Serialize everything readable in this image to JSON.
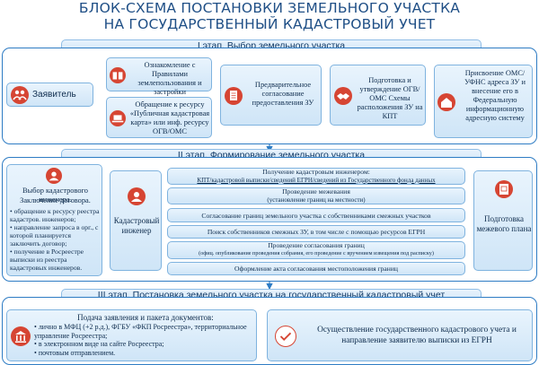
{
  "title": {
    "line1": "БЛОК-СХЕМА ПОСТАНОВКИ ЗЕМЕЛЬНОГО УЧАСТКА",
    "line2": "НА ГОСУДАРСТВЕННЫЙ КАДАСТРОВЫЙ УЧЕТ"
  },
  "stage1": {
    "title": "I этап. Выбор земельного участка",
    "applicant": "Заявитель",
    "rules": "Ознакомление с Правилами землепользования и застройки",
    "appeal": "Обращение к ресурсу «Публичная кадастровая карта» или инф. ресурсу ОГВ/ОМС",
    "preliminary": "Предварительное согласование предоставления ЗУ",
    "approval": "Подготовка и утверждение ОГВ/ОМС Схемы расположения ЗУ на КПТ",
    "address": "Присвоение ОМС/УФНС адреса ЗУ и внесение его в Федеральную информационную адресную систему"
  },
  "stage2": {
    "title": "II этап. Формирование земельного участка",
    "choose_title": "Выбор кадастрового инженера.",
    "contract": "Заключение договора.",
    "options": [
      "обращение к ресурсу реестра кадастров. инженеров;",
      "направление запроса в орг., с которой планируется заключить договор;",
      "получение в Росреестре выписки из реестра кадастровых инженеров."
    ],
    "engineer": "Кадастровый инженер",
    "steps": [
      {
        "main": "Получение кадастровым инженером:",
        "sub": "КПТ/кадастровой выписки/сведений ЕГРН/сведений из Государственного фонда данных"
      },
      {
        "main": "Проведение межевания",
        "sub": "(установление границ на местности)"
      },
      {
        "main": "Согласование границ земельного участка с собственниками смежных участков",
        "sub": ""
      },
      {
        "main": "Поиск собственников смежных ЗУ, в том числе с помощью ресурсов ЕГРН",
        "sub": ""
      },
      {
        "main": "Проведение согласования границ",
        "sub": "(офиц. опубликование проведения собрания, его проведение с вручением извещения под расписку)"
      },
      {
        "main": "Оформление акта согласования местоположения границ",
        "sub": ""
      }
    ],
    "plan": "Подготовка межевого плана"
  },
  "stage3": {
    "title": "III этап. Постановка земельного участка на государственный кадастровый учет",
    "submission_title": "Подача заявления и пакета документов:",
    "submission_items": [
      "лично в МФЦ (+2 р.д.), ФГБУ «ФКП Росреестра», территориальное управление Росреестра;",
      "в электронном виде на сайте Росреестра;",
      "почтовым отправлением."
    ],
    "result": "Осуществление государственного кадастрового учета и направление заявителю выписки из ЕГРН"
  },
  "colors": {
    "frame": "#2e7cc4",
    "box": "#dcedfa",
    "icon": "#d64533",
    "text": "#0d2b4c"
  },
  "icons": [
    "meeting-icon",
    "book-icon",
    "laptop-icon",
    "document-icon",
    "handshake-icon",
    "house-icon",
    "engineer-icon",
    "plan-icon",
    "building-icon",
    "checkmark-icon"
  ]
}
